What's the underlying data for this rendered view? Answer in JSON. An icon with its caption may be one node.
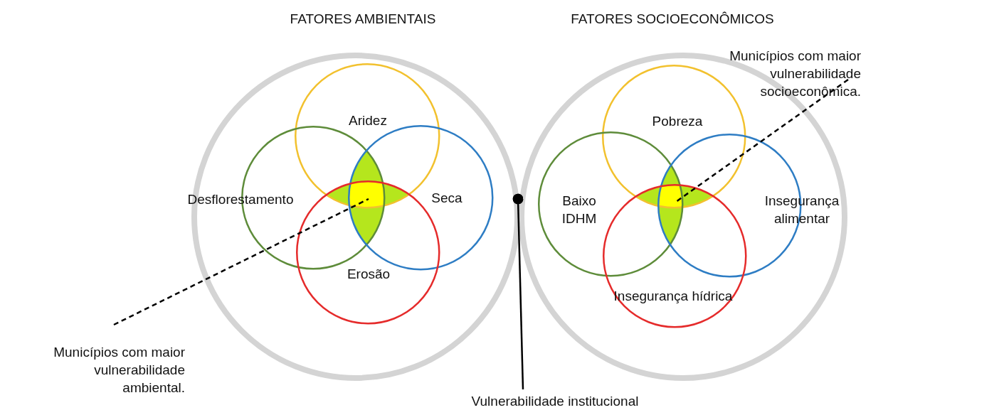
{
  "diagram": {
    "nodes": [
      {
        "text": [
          "FATORES AMBIENTAIS"
        ]
      },
      {
        "text": [
          "Aridez"
        ],
        "in": 0
      },
      {
        "text": [
          "Desflorestamento"
        ],
        "in": 0
      },
      {
        "text": [
          "Seca"
        ],
        "in": 0
      },
      {
        "text": [
          "Erosão"
        ],
        "in": 0
      },
      {
        "text": [
          "FATORES SOCIOECONÔMICOS"
        ]
      },
      {
        "text": [
          "Pobreza"
        ],
        "in": 5
      },
      {
        "text": [
          "Baixo IDHM"
        ],
        "in": 5
      },
      {
        "text": [
          "Insegurança alimentar"
        ],
        "in": 5
      },
      {
        "text": [
          "Insegurança hídrica"
        ],
        "in": 5
      },
      {
        "text": [
          "Municípios com maior vulnerabilidade ambiental."
        ]
      },
      {
        "text": [
          "Municípios com maior vulnerabilidade socioeconômica."
        ]
      },
      {
        "text": [
          "Vulnerabilidade institucional"
        ]
      }
    ],
    "edges": [
      {
        "from": 10,
        "to": 2,
        "arrow": "none",
        "style": "dashed"
      },
      {
        "from": 11,
        "to": 6,
        "arrow": "none",
        "style": "dashed"
      },
      {
        "from": 12,
        "to": 0,
        "arrow": "other"
      }
    ]
  }
}
